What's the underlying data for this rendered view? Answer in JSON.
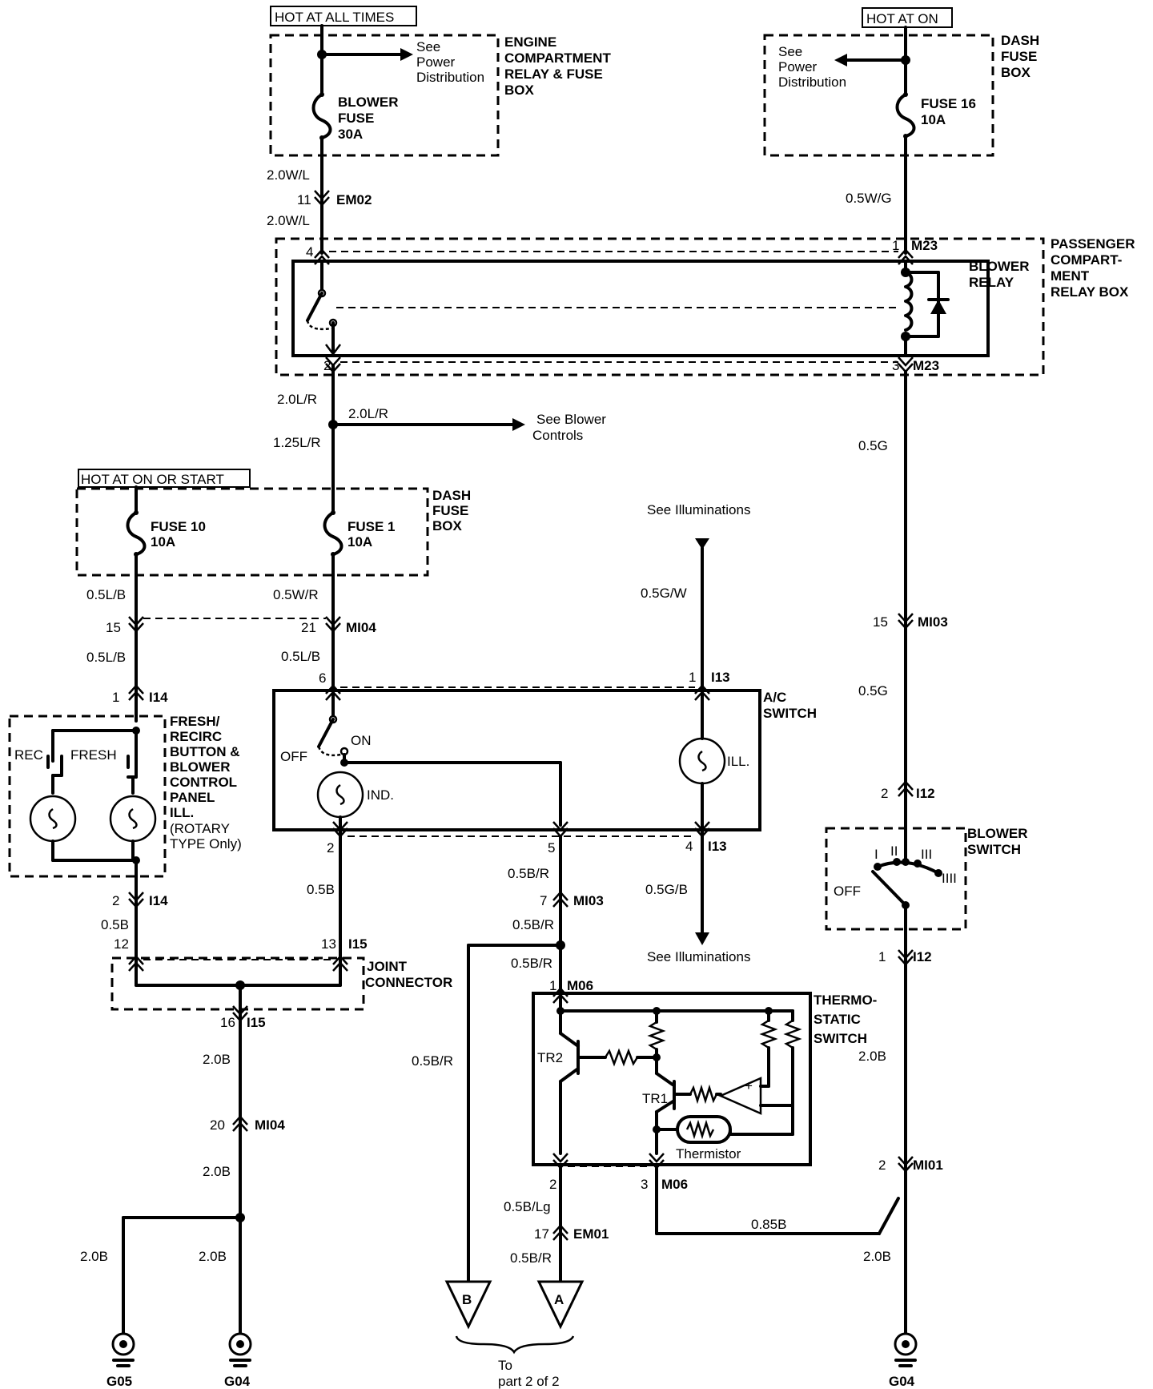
{
  "hot_labels": {
    "all_times": "HOT AT ALL TIMES",
    "at_on": "HOT AT ON",
    "on_or_start": "HOT AT ON OR START"
  },
  "boxes": {
    "engine_relay_fuse_box": [
      "ENGINE",
      "COMPARTMENT",
      "RELAY & FUSE",
      "BOX"
    ],
    "dash_fuse_box_top": [
      "DASH",
      "FUSE",
      "BOX"
    ],
    "passenger_relay_box": [
      "PASSENGER",
      "COMPART-",
      "MENT",
      "RELAY BOX"
    ],
    "dash_fuse_box_mid": [
      "DASH",
      "FUSE",
      "BOX"
    ],
    "joint_connector": [
      "JOINT",
      "CONNECTOR"
    ]
  },
  "components": {
    "blower_fuse": [
      "BLOWER",
      "FUSE",
      "30A"
    ],
    "fuse16": [
      "FUSE 16",
      "10A"
    ],
    "blower_relay": [
      "BLOWER",
      "RELAY"
    ],
    "fuse10": [
      "FUSE 10",
      "10A"
    ],
    "fuse1": [
      "FUSE 1",
      "10A"
    ],
    "ac_switch": [
      "A/C",
      "SWITCH"
    ],
    "blower_switch": [
      "BLOWER",
      "SWITCH"
    ],
    "fresh_recirc": [
      "FRESH/",
      "RECIRC",
      "BUTTON &",
      "BLOWER",
      "CONTROL",
      "PANEL",
      "ILL."
    ],
    "fresh_recirc_note": [
      "(ROTARY",
      "TYPE Only)"
    ],
    "thermostatic_switch": [
      "THERMO-",
      "STATIC",
      "SWITCH"
    ]
  },
  "refs": {
    "see_power_left": [
      "See",
      "Power",
      "Distribution"
    ],
    "see_power_right": [
      "See",
      "Power",
      "Distribution"
    ],
    "see_blower_controls": [
      "See Blower",
      "Controls"
    ],
    "see_illuminations_top": "See Illuminations",
    "see_illuminations_bottom": "See Illuminations",
    "to_part2": [
      "To",
      "part 2 of 2"
    ]
  },
  "switch_labels": {
    "rec": "REC",
    "fresh": "FRESH",
    "off": "OFF",
    "on": "ON",
    "ind": "IND.",
    "ill": "ILL.",
    "bs_off": "OFF",
    "bs_1": "I",
    "bs_2": "II",
    "bs_3": "III",
    "bs_4": "IIII",
    "tr1": "TR1",
    "tr2": "TR2",
    "thermistor": "Thermistor",
    "opamp_plus": "+",
    "opamp_minus": "-"
  },
  "wires": {
    "w_20wl_a": "2.0W/L",
    "w_20wl_b": "2.0W/L",
    "w_05wg": "0.5W/G",
    "w_20lr_a": "2.0L/R",
    "w_20lr_b": "2.0L/R",
    "w_125lr": "1.25L/R",
    "w_05g_a": "0.5G",
    "w_05g_b": "0.5G",
    "w_05lb_a": "0.5L/B",
    "w_05lb_b": "0.5L/B",
    "w_05wr": "0.5W/R",
    "w_05lb_c": "0.5L/B",
    "w_05gw": "0.5G/W",
    "w_05b_a": "0.5B",
    "w_05b_b": "0.5B",
    "w_05br_a": "0.5B/R",
    "w_05br_b": "0.5B/R",
    "w_05br_c": "0.5B/R",
    "w_05br_d": "0.5B/R",
    "w_05br_e": "0.5B/R",
    "w_05gb": "0.5G/B",
    "w_20b_a": "2.0B",
    "w_20b_b": "2.0B",
    "w_20b_c": "2.0B",
    "w_20b_d": "2.0B",
    "w_20b_e": "2.0B",
    "w_20b_f": "2.0B",
    "w_05blg": "0.5B/Lg",
    "w_085b": "0.85B"
  },
  "connectors": {
    "em02": "EM02",
    "m23_top": "M23",
    "m23_bot": "M23",
    "mi04_a": "MI04",
    "mi04_b": "MI04",
    "mi03_a": "MI03",
    "mi03_b": "MI03",
    "i13_a": "I13",
    "i13_b": "I13",
    "i14_a": "I14",
    "i14_b": "I14",
    "i12_a": "I12",
    "i12_b": "I12",
    "i15_a": "I15",
    "i15_b": "I15",
    "m06_a": "M06",
    "m06_b": "M06",
    "em01": "EM01",
    "mi01": "MI01"
  },
  "pins": {
    "p11": "11",
    "p4": "4",
    "p1_m23": "1",
    "p2_relay": "2",
    "p3_m23": "3",
    "p15_a": "15",
    "p21": "21",
    "p6": "6",
    "p1_i13": "1",
    "p15_b": "15",
    "p1_i14": "1",
    "p2_ac": "2",
    "p5_ac": "5",
    "p4_i13": "4",
    "p2_i12": "2",
    "p2_i14": "2",
    "p7": "7",
    "p12": "12",
    "p13": "13",
    "p1_i12": "1",
    "p1_m06": "1",
    "p16": "16",
    "p20": "20",
    "p2_m06": "2",
    "p3_m06": "3",
    "p2_mi01": "2",
    "p17": "17"
  },
  "terminals": {
    "b": "B",
    "a": "A"
  },
  "grounds": {
    "g05": "G05",
    "g04_a": "G04",
    "g04_b": "G04"
  }
}
